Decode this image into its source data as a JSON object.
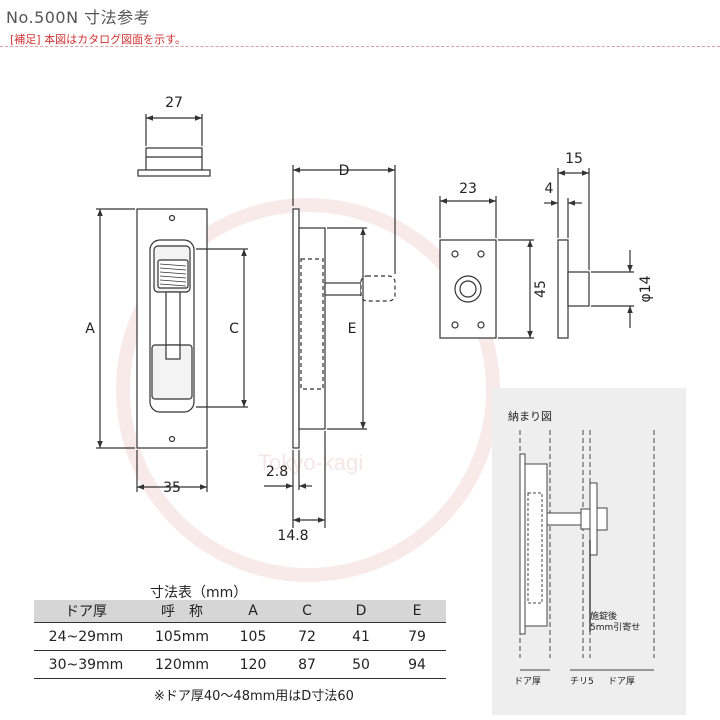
{
  "header": {
    "title": "No.500N 寸法参考",
    "note": "[補足] 本図はカタログ図面を示す。"
  },
  "watermark": "Tokyo-kagi",
  "front_view": {
    "dim_top": "27",
    "dim_height": "A",
    "dim_inner": "C",
    "dim_width": "35"
  },
  "side_view": {
    "dim_depth": "D",
    "dim_length": "E",
    "dim_plate": "2.8",
    "dim_body": "14.8"
  },
  "strike_view": {
    "dim_width": "23",
    "dim_height": "45",
    "dim_total": "15",
    "dim_plate": "4",
    "dim_diameter": "φ14"
  },
  "inset": {
    "title": "納まり図",
    "note_line1": "施錠後",
    "note_line2": "5mm引寄せ",
    "label_door_left": "ドア厚",
    "label_gap": "チリ5",
    "label_door_right": "ドア厚"
  },
  "spec_table": {
    "caption": "寸法表（mm）",
    "headers": [
      "ドア厚",
      "呼　称",
      "A",
      "C",
      "D",
      "E"
    ],
    "rows": [
      [
        "24~29mm",
        "105mm",
        "105",
        "72",
        "41",
        "79"
      ],
      [
        "30~39mm",
        "120mm",
        "120",
        "87",
        "50",
        "94"
      ]
    ],
    "footnote": "※ドア厚40～48mm用はD寸法60"
  }
}
